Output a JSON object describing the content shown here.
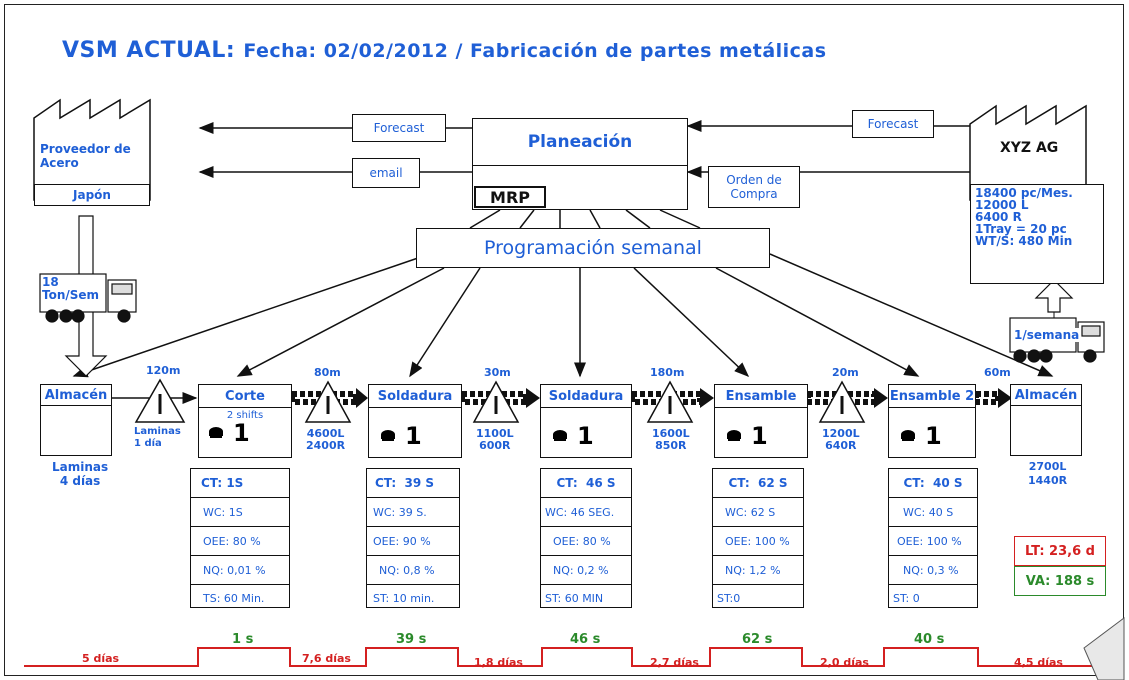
{
  "title": {
    "main": "VSM ACTUAL:",
    "subtitle": "Fecha: 02/02/2012 / Fabricación de partes metálicas"
  },
  "supplier": {
    "name_line1": "Proveedor de",
    "name_line2": "Acero",
    "location": "Japón"
  },
  "customer": {
    "name": "XYZ AG"
  },
  "info_flow": {
    "forecast_left": "Forecast",
    "email": "email",
    "forecast_right": "Forecast",
    "orden_line1": "Orden de",
    "orden_line2": "Compra"
  },
  "planning": {
    "label": "Planeación",
    "mrp": "MRP",
    "schedule": "Programación semanal"
  },
  "customer_demand": {
    "line1": "18400 pc/Mes.",
    "line2": "12000 L",
    "line3": "6400 R",
    "line4": "1Tray = 20 pc",
    "line5": "WT/S: 480 Min"
  },
  "shipments": {
    "inbound_line1": "18",
    "inbound_line2": "Ton/Sem",
    "outbound": "1/semana"
  },
  "processes": [
    {
      "name": "Corte",
      "shifts": "2 shifts",
      "operators": "1",
      "ct": "CT: 1S",
      "wc": "WC: 1S",
      "oee": "OEE: 80 %",
      "nq": "NQ: 0,01 %",
      "last": "TS: 60 Min."
    },
    {
      "name": "Soldadura",
      "operators": "1",
      "ct": "CT:  39 S",
      "wc": "WC: 39 S.",
      "oee": "OEE: 90 %",
      "nq": "NQ: 0,8 %",
      "last": "ST: 10 min."
    },
    {
      "name": "Soldadura",
      "operators": "1",
      "ct": "CT:  46 S",
      "wc": "WC: 46 SEG.",
      "oee": "OEE: 80 %",
      "nq": "NQ: 0,2 %",
      "last": "ST: 60 MIN"
    },
    {
      "name": "Ensamble",
      "operators": "1",
      "ct": "CT:  62 S",
      "wc": "WC: 62 S",
      "oee": "OEE: 100 %",
      "nq": "NQ: 1,2 %",
      "last": "ST:0"
    },
    {
      "name": "Ensamble 2",
      "operators": "1",
      "ct": "CT:  40 S",
      "wc": "WC: 40 S",
      "oee": "OEE: 100 %",
      "nq": "NQ: 0,3 %",
      "last": "ST: 0"
    }
  ],
  "storage": {
    "raw": {
      "name": "Almacén",
      "line1": "Laminas",
      "line2": "4 días"
    },
    "finished": {
      "name": "Almacén",
      "line1": "2700L",
      "line2": "1440R"
    }
  },
  "inventories": [
    {
      "distance": "120m",
      "line1": "Laminas",
      "line2": "1 día"
    },
    {
      "distance": "80m",
      "line1": "4600L",
      "line2": "2400R"
    },
    {
      "distance": "30m",
      "line1": "1100L",
      "line2": "600R"
    },
    {
      "distance": "180m",
      "line1": "1600L",
      "line2": "850R"
    },
    {
      "distance": "20m",
      "line1": "1200L",
      "line2": "640R"
    },
    {
      "distance": "60m"
    }
  ],
  "summary": {
    "lt": "LT: 23,6 d",
    "va": "VA: 188 s"
  },
  "timeline": {
    "waits": [
      "5 días",
      "7,6 días",
      "1,8 días",
      "2,7 días",
      "2,0 días",
      "4,5 días"
    ],
    "value_added": [
      "1 s",
      "39 s",
      "46 s",
      "62 s",
      "40 s"
    ]
  },
  "colors": {
    "accent": "#1f5fd6",
    "timeline": "#d42020",
    "value_added": "#2b8a2b"
  }
}
